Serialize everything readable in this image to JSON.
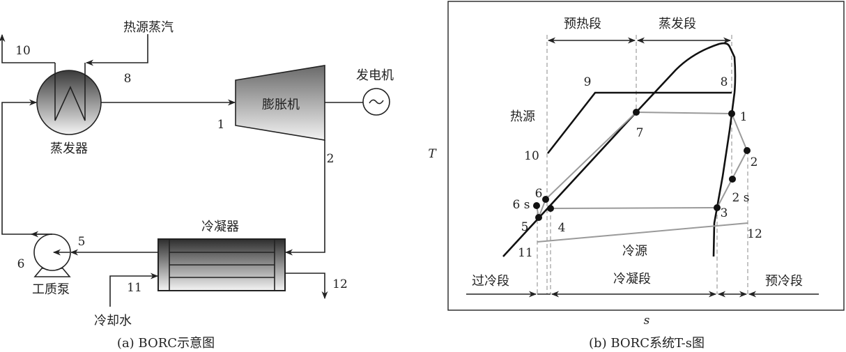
{
  "schematic": {
    "caption": "(a) BORC示意图",
    "heat_source_steam": "热源蒸汽",
    "evaporator": "蒸发器",
    "expander": "膨胀机",
    "generator": "发电机",
    "condenser": "冷凝器",
    "pump": "工质泵",
    "cooling_water": "冷却水",
    "points": {
      "p1": "1",
      "p2": "2",
      "p5": "5",
      "p6": "6",
      "p8": "8",
      "p10": "10",
      "p11": "11",
      "p12": "12"
    }
  },
  "ts_diagram": {
    "caption": "(b) BORC系统T-s图",
    "axis_t": "T",
    "axis_s": "s",
    "preheat": "预热段",
    "evaporation": "蒸发段",
    "heat_source": "热源",
    "cold_source": "冷源",
    "subcool": "过冷段",
    "condensation": "冷凝段",
    "precool": "预冷段",
    "points": {
      "p1": "1",
      "p2": "2",
      "p2s": "2 s",
      "p3": "3",
      "p4": "4",
      "p5": "5",
      "p6": "6",
      "p6s": "6 s",
      "p7": "7",
      "p8": "8",
      "p9": "9",
      "p10": "10",
      "p11": "11",
      "p12": "12"
    }
  },
  "colors": {
    "line": "#222222",
    "cycle": "#9a9a9a"
  }
}
